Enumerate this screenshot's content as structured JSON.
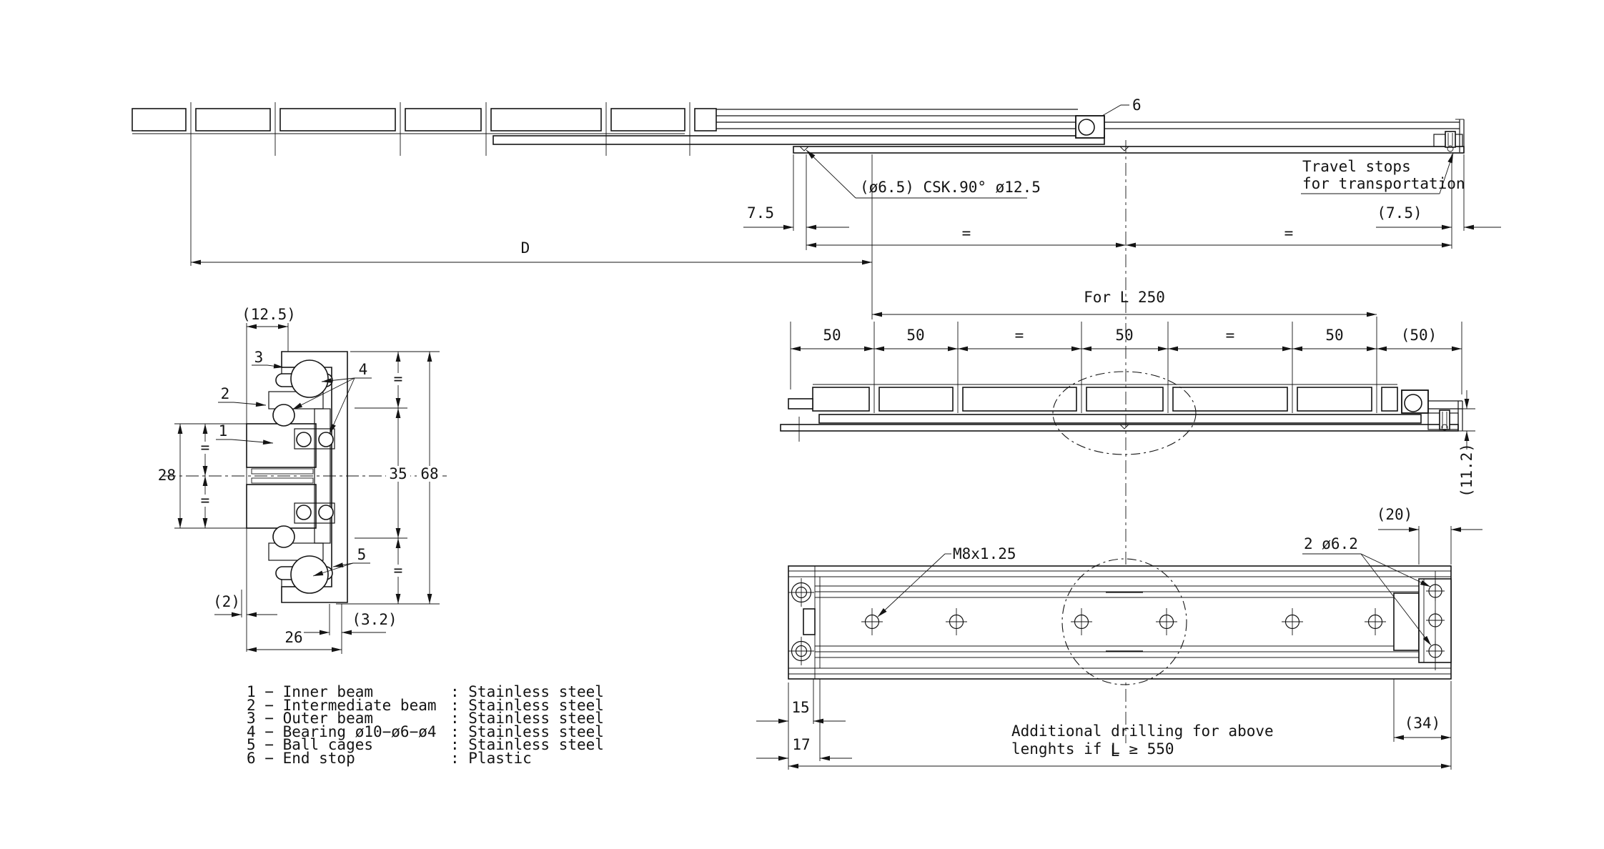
{
  "top_view": {
    "dim_D": "D",
    "dim_7_5": "7.5",
    "dim_7_5_ref": "(7.5)",
    "eq": "=",
    "csk_note": "(ø6.5) CSK.90° ø12.5",
    "callout_6": "6",
    "travel_note_1": "Travel stops",
    "travel_note_2": "for transportation"
  },
  "side_view": {
    "for_l": "For L 250",
    "chain": [
      "50",
      "50",
      "=",
      "50",
      "=",
      "50",
      "(50)"
    ],
    "dim_11_2": "(11.2)"
  },
  "section_view": {
    "dim_12_5": "(12.5)",
    "dim_28": "28",
    "dim_35": "35",
    "dim_68": "68",
    "dim_2": "(2)",
    "dim_3_2": "(3.2)",
    "dim_26": "26",
    "eq": "=",
    "callout_1": "1",
    "callout_2": "2",
    "callout_3": "3",
    "callout_4": "4",
    "callout_5": "5"
  },
  "plan_view": {
    "thread_note": "M8x1.25",
    "hole_note": "2 ø6.2",
    "dim_20": "(20)",
    "dim_34": "(34)",
    "dim_15": "15",
    "dim_17": "17",
    "dim_L": "L",
    "drill_note_1": "Additional drilling for above",
    "drill_note_2": "lenghts if L ≥ 550"
  },
  "parts_list": {
    "rows": [
      {
        "item": "1 − Inner beam",
        "material": ": Stainless steel"
      },
      {
        "item": "2 − Intermediate beam",
        "material": ": Stainless steel"
      },
      {
        "item": "3 − Outer beam",
        "material": ": Stainless steel"
      },
      {
        "item": "4 − Bearing ø10−ø6−ø4",
        "material": ": Stainless steel"
      },
      {
        "item": "5 − Ball cages",
        "material": ": Stainless steel"
      },
      {
        "item": "6 − End stop",
        "material": ": Plastic"
      }
    ]
  }
}
